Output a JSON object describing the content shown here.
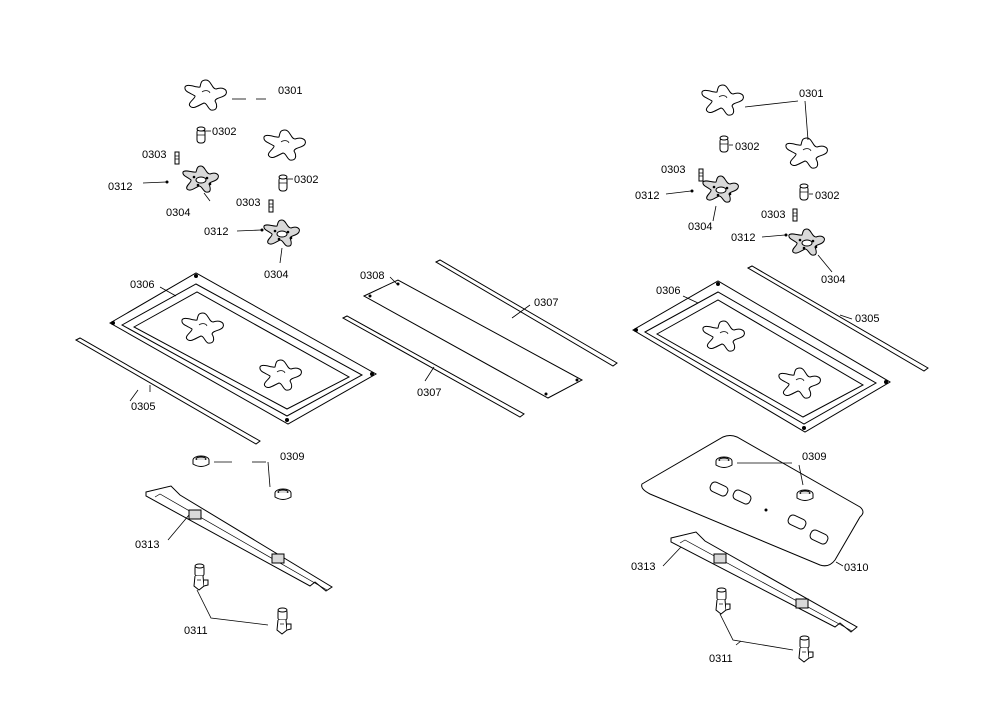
{
  "labels": {
    "l0301": "0301",
    "l0302": "0302",
    "l0302b": "0302",
    "l0303": "0303",
    "l0303b": "0303",
    "l0312": "0312",
    "l0312b": "0312",
    "l0304": "0304",
    "l0304b": "0304",
    "l0306": "0306",
    "l0305": "0305",
    "l0308": "0308",
    "l0307": "0307",
    "l0307b": "0307",
    "l0309": "0309",
    "l0313": "0313",
    "l0311": "0311",
    "r0301": "0301",
    "r0302": "0302",
    "r0302b": "0302",
    "r0303": "0303",
    "r0303b": "0303",
    "r0312": "0312",
    "r0312b": "0312",
    "r0304": "0304",
    "r0304b": "0304",
    "r0306": "0306",
    "r0305": "0305",
    "r0309": "0309",
    "r0313": "0313",
    "r0310": "0310",
    "r0311": "0311"
  }
}
